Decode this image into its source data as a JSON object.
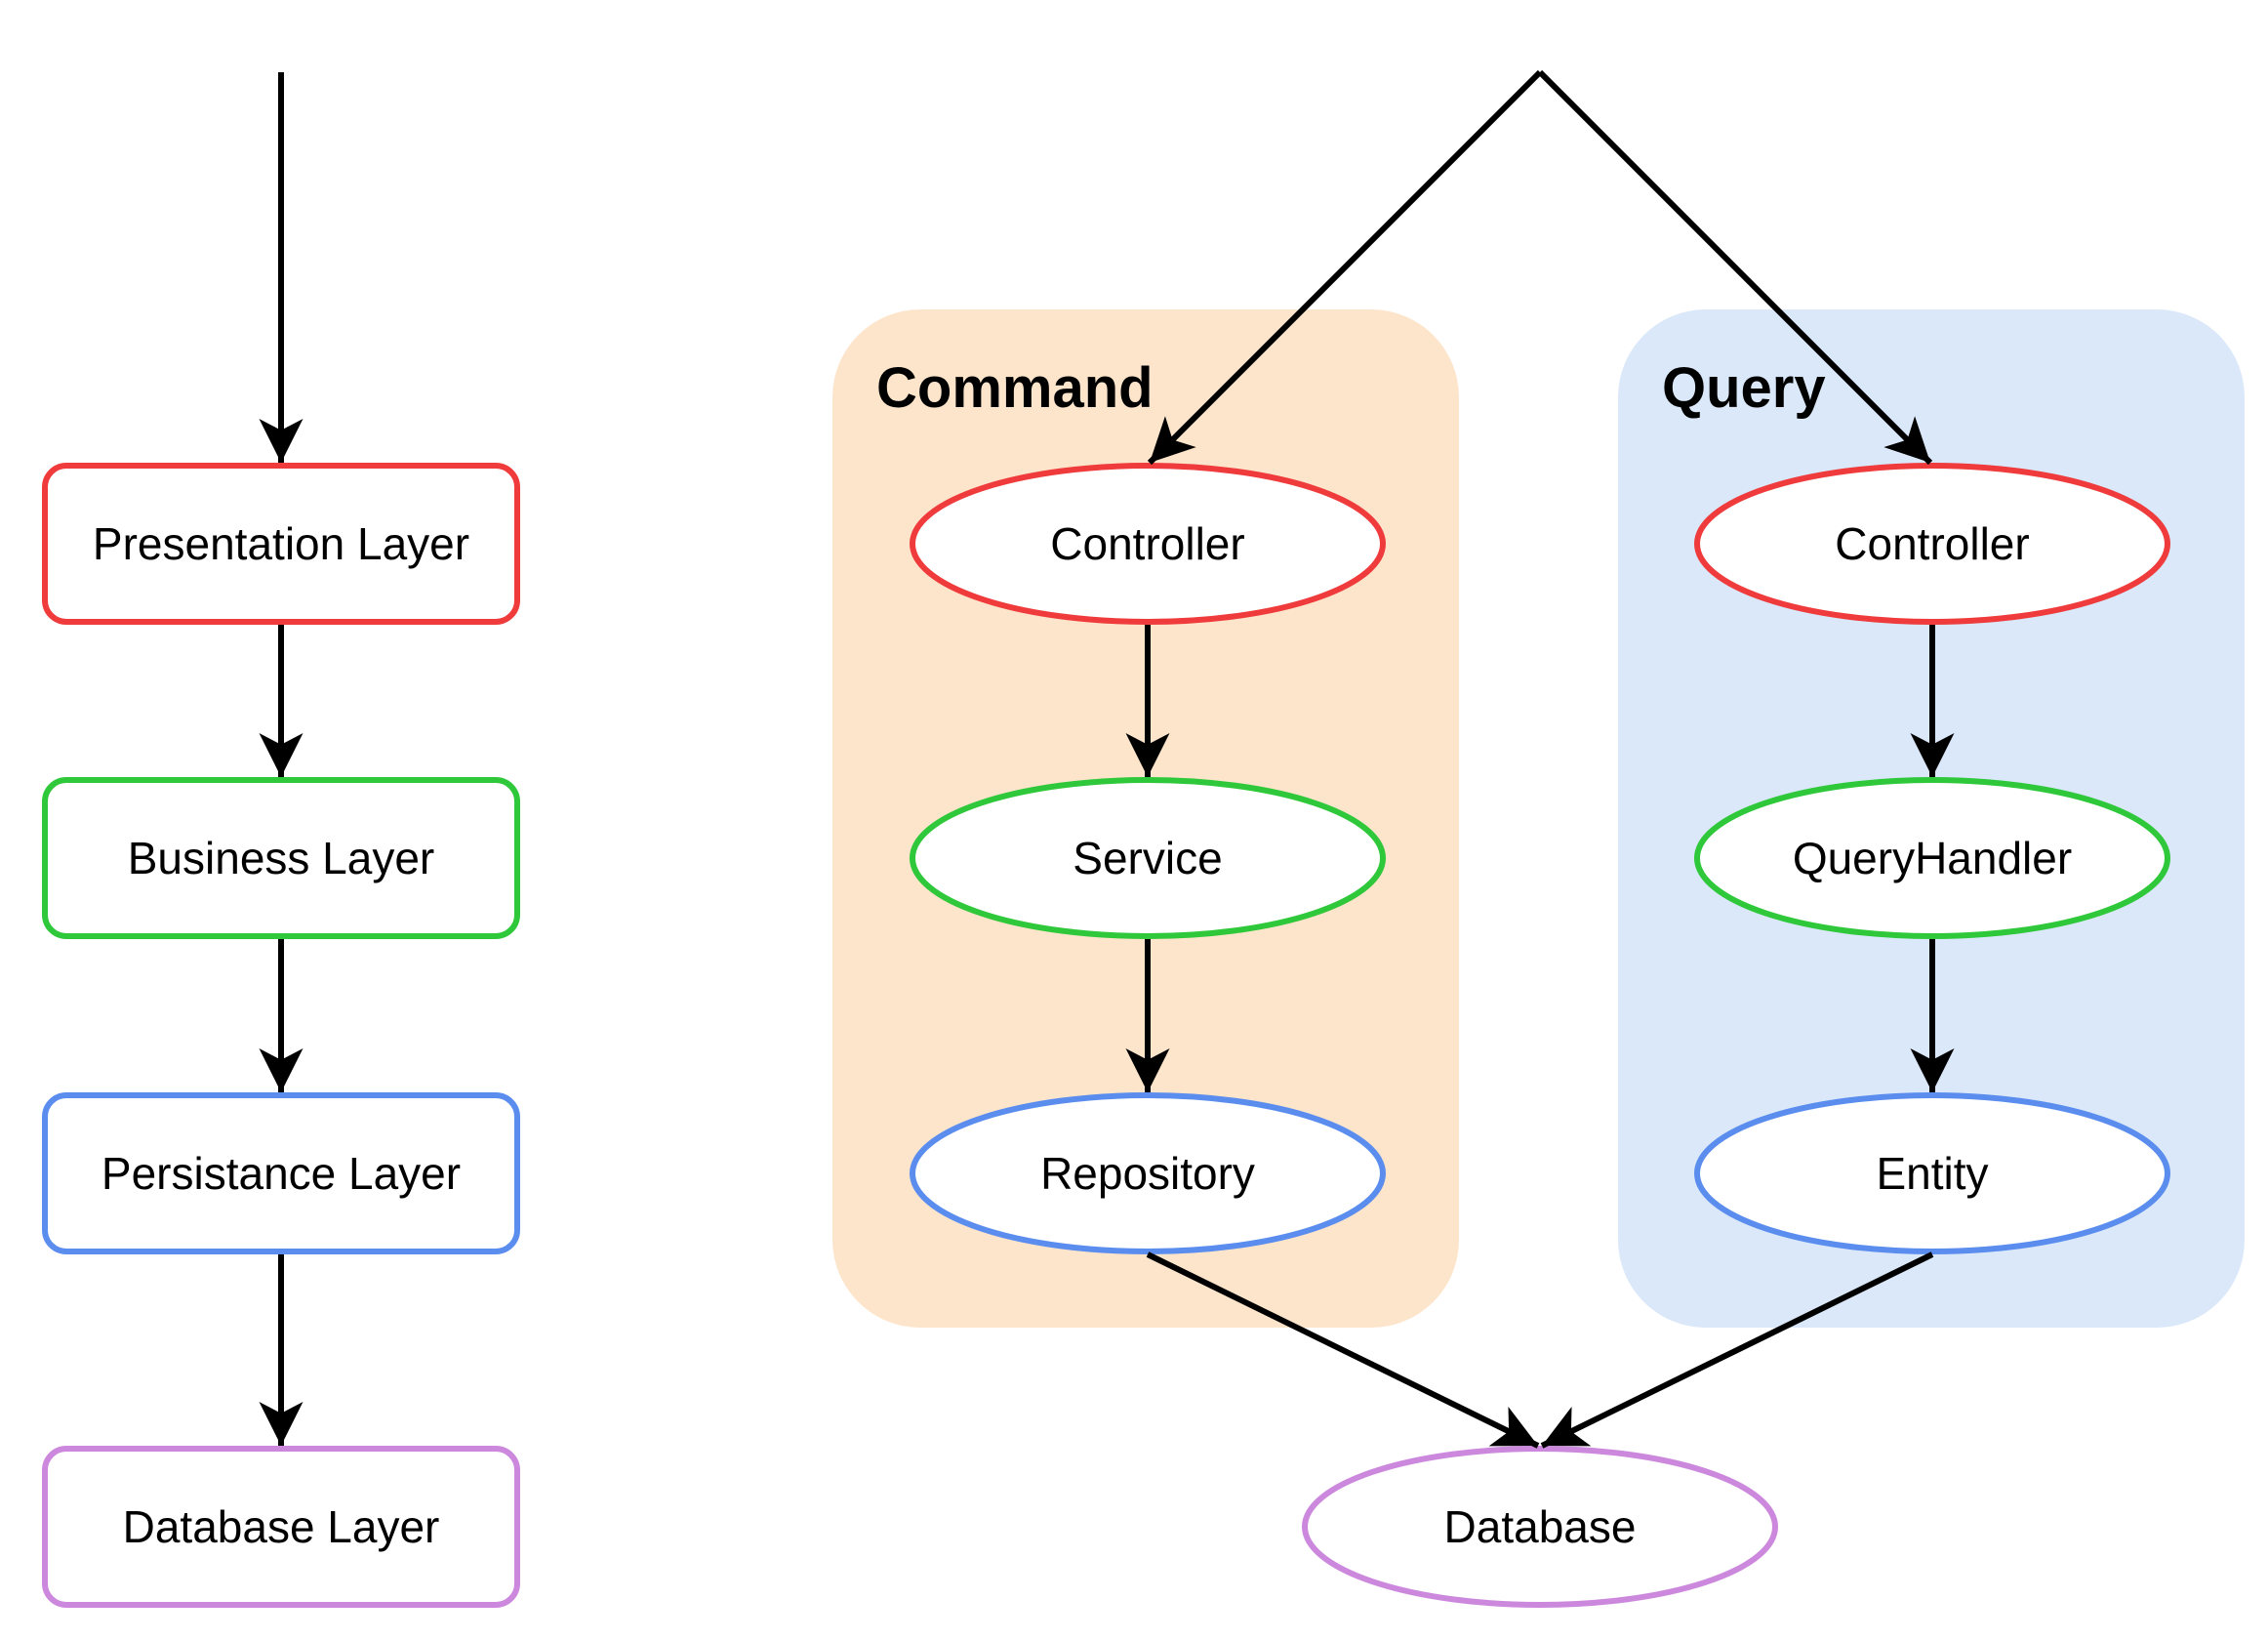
{
  "colors": {
    "presentation": "#ef3b3b",
    "business": "#2ec83a",
    "persistence": "#5b8def",
    "database": "#cc88dd",
    "command_bg": "#fde5cc",
    "query_bg": "#dae8f9",
    "edge": "#000000"
  },
  "layers": {
    "presentation": "Presentation Layer",
    "business": "Business Layer",
    "persistence": "Persistance Layer",
    "database": "Database Layer"
  },
  "command": {
    "title": "Command",
    "controller": "Controller",
    "service": "Service",
    "repository": "Repository"
  },
  "query": {
    "title": "Query",
    "controller": "Controller",
    "handler": "QueryHandler",
    "entity": "Entity"
  },
  "database": "Database"
}
